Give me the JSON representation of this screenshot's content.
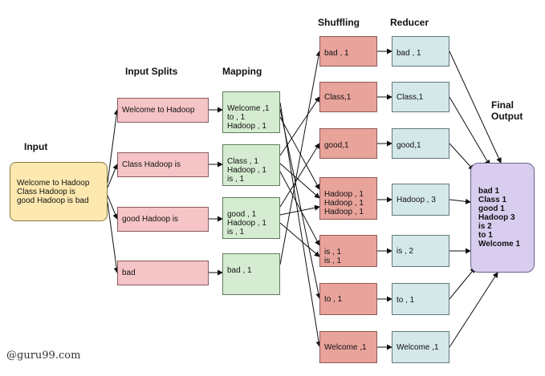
{
  "headers": {
    "input": "Input",
    "input_splits": "Input Splits",
    "mapping": "Mapping",
    "shuffling": "Shuffling",
    "reducer": "Reducer",
    "final_output": "Final\nOutput"
  },
  "input_text": "Welcome to Hadoop\nClass Hadoop is\ngood Hadoop is bad",
  "splits": [
    "Welcome to Hadoop",
    "Class Hadoop is",
    "good Hadoop is",
    "bad"
  ],
  "mapping": [
    "Welcome ,1\nto , 1\nHadoop , 1",
    "Class , 1\nHadoop , 1\nis , 1",
    "good , 1\nHadoop , 1\nis , 1",
    "bad , 1"
  ],
  "shuffling": [
    "bad , 1",
    "Class,1",
    "good,1",
    "Hadoop , 1\nHadoop , 1\nHadoop , 1",
    "is , 1\nis , 1",
    "to ,  1",
    "Welcome ,1"
  ],
  "reducer": [
    "bad , 1",
    "Class,1",
    "good,1",
    "Hadoop , 3",
    "is , 2",
    "to ,  1",
    "Welcome ,1"
  ],
  "final_output": "bad 1\nClass 1\ngood 1\nHadoop 3\nis 2\nto 1\nWelcome 1",
  "credit": "@guru99.com",
  "colors": {
    "input": "#fde9b0",
    "split": "#f5c4c7",
    "mapping": "#d6ecd2",
    "shuffling": "#e8a39b",
    "reducer": "#d4e8ea",
    "final": "#d8cdef",
    "arrow": "#111111"
  }
}
